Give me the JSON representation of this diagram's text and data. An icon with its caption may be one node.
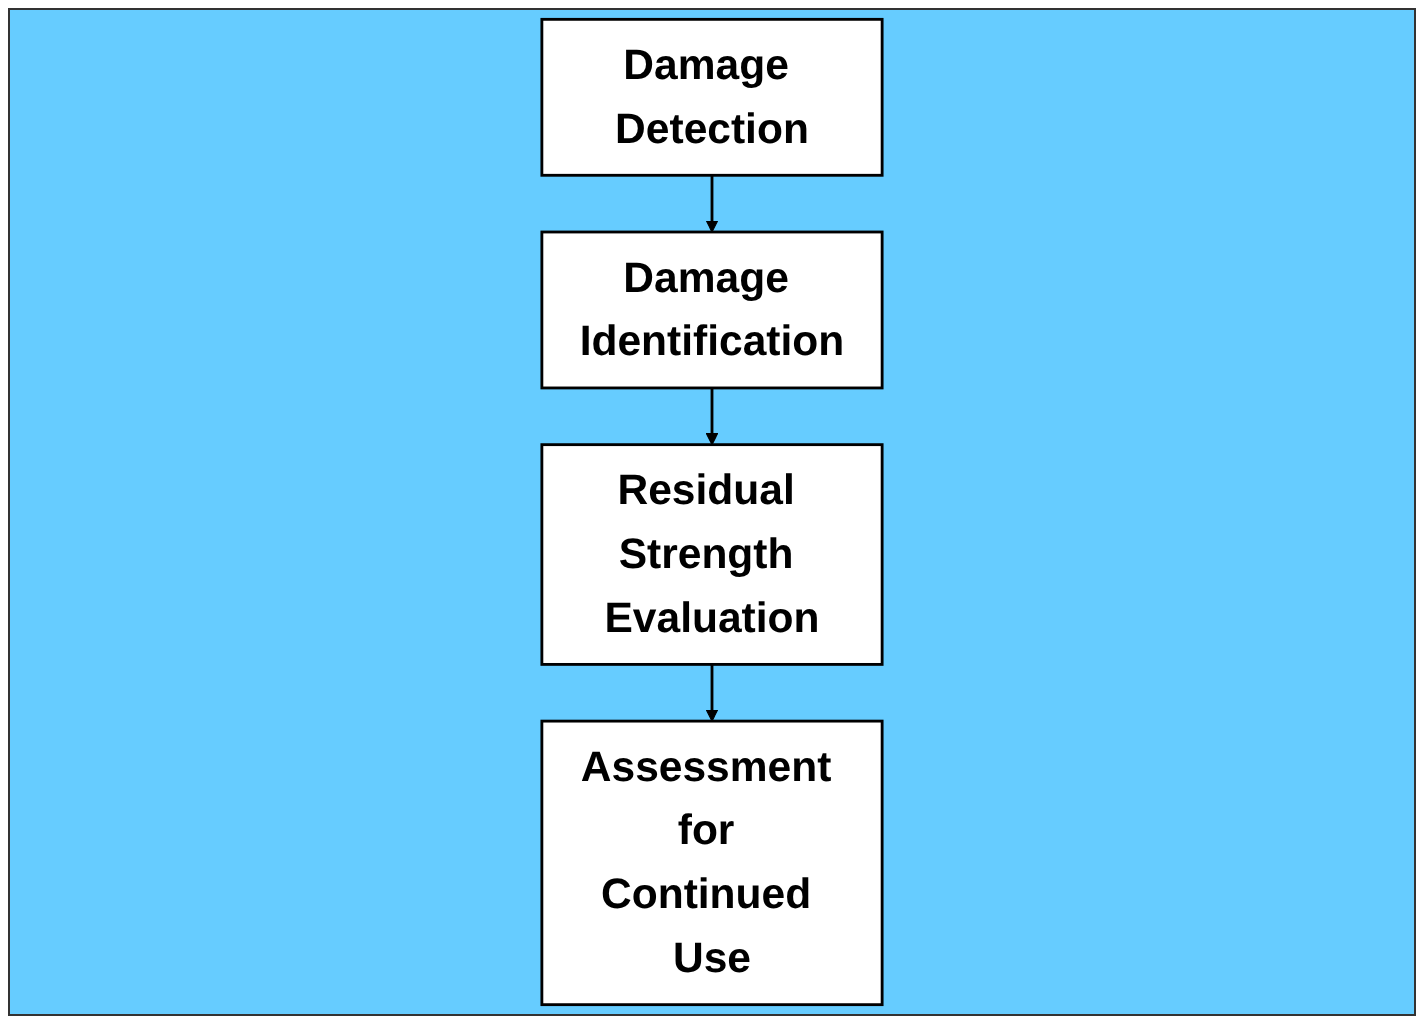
{
  "diagram": {
    "nodes": [
      {
        "text": [
          "Damage Detection"
        ]
      },
      {
        "text": [
          "Damage Identification"
        ]
      },
      {
        "text": [
          "Residual Strength Evaluation"
        ]
      },
      {
        "text": [
          "Assessment for Continued Use"
        ]
      }
    ],
    "edges": [
      {
        "from": 0,
        "to": 1,
        "arrow": "to"
      },
      {
        "from": 1,
        "to": 2,
        "arrow": "to"
      },
      {
        "from": 2,
        "to": 3,
        "arrow": "to"
      }
    ]
  }
}
